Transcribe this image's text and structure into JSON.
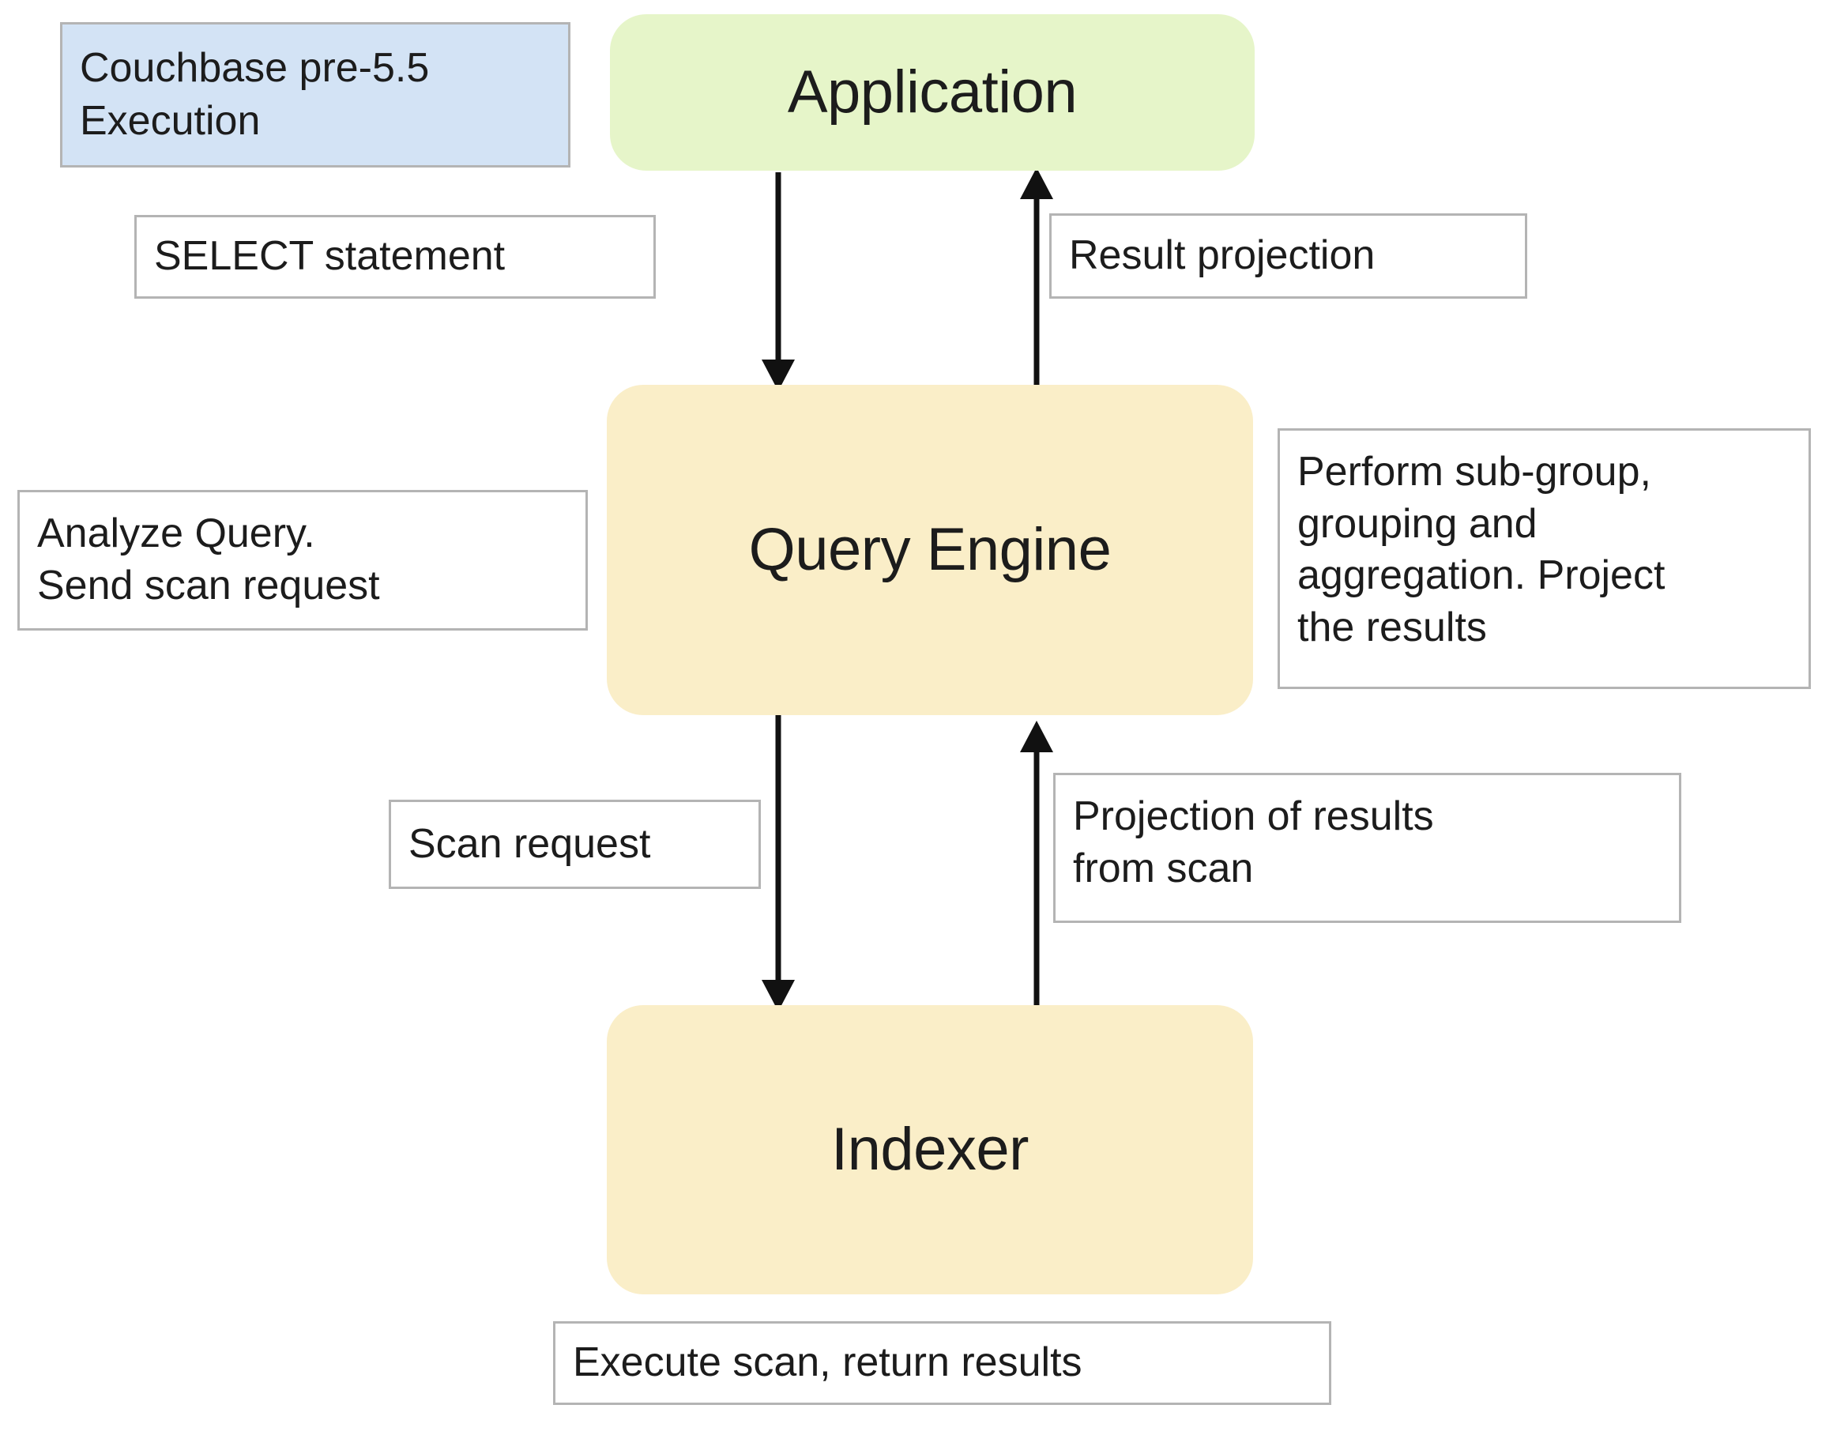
{
  "diagram": {
    "legend": {
      "text": "Couchbase pre-5.5\nExecution"
    },
    "nodes": [
      {
        "id": "application",
        "label": "Application"
      },
      {
        "id": "query-engine",
        "label": "Query Engine"
      },
      {
        "id": "indexer",
        "label": "Indexer"
      }
    ],
    "edge_labels": [
      {
        "id": "select-statement",
        "text": "SELECT statement"
      },
      {
        "id": "result-projection",
        "text": "Result projection"
      },
      {
        "id": "analyze-query",
        "text": "Analyze Query.\nSend scan request"
      },
      {
        "id": "perform-aggregation",
        "text": "Perform sub-group,\ngrouping and\naggregation. Project\nthe results"
      },
      {
        "id": "scan-request",
        "text": "Scan request"
      },
      {
        "id": "projection-from-scan",
        "text": "Projection of results\nfrom scan"
      },
      {
        "id": "execute-scan",
        "text": "Execute scan, return results"
      }
    ],
    "colors": {
      "application_fill": "#e6f5c9",
      "engine_fill": "#faeec8",
      "legend_fill": "#d3e3f5",
      "box_border": "#b4b4b4",
      "arrow": "#111111",
      "text": "#1c1c1c"
    }
  }
}
